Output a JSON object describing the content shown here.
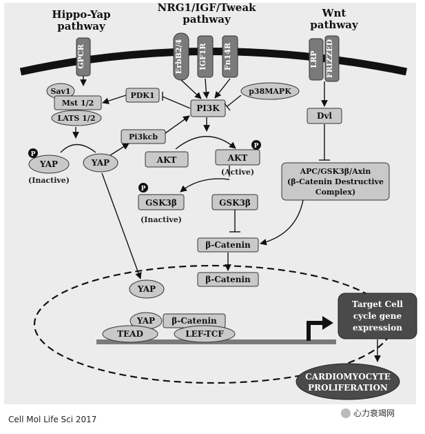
{
  "colors": {
    "background": "#ececec",
    "box_fill": "#c9c9c9",
    "dark_box": "#4a4a4a",
    "membrane": "#111111"
  },
  "titles": {
    "hippo": [
      "Hippo-Yap",
      "pathway"
    ],
    "nrg": [
      "NRG1/IGF/Tweak",
      "pathway"
    ],
    "wnt": [
      "Wnt",
      "pathway"
    ]
  },
  "receptors": {
    "gpcr": "GPCR",
    "erbb": "ErbB2/4",
    "igf1r": "IGF1R",
    "fn14r": "Fn14R",
    "lrp": "LRP",
    "frizzed": "FRIZZED"
  },
  "nodes": {
    "sav1": "Sav1",
    "mst": "Mst 1/2",
    "lats": "LATS 1/2",
    "pdk1": "PDK1",
    "pi3k": "PI3K",
    "p38": "p38MAPK",
    "dvl": "Dvl",
    "pi3kcb": "Pi3kcb",
    "yap_p": "YAP",
    "yap": "YAP",
    "akt": "AKT",
    "akt_active": "AKT",
    "apc": [
      "APC/GSK3β/Axin",
      "(β-Catenin Destructive",
      "Complex)"
    ],
    "gsk_p": "GSK3β",
    "gsk": "GSK3β",
    "bcat1": "β-Catenin",
    "bcat2": "β-Catenin",
    "yap_nuc": "YAP",
    "yap_tead": "YAP",
    "bcat_lef": "β-Catenin",
    "tead": "TEAD",
    "leftcf": "LEF-TCF",
    "target": [
      "Target Cell",
      "cycle gene",
      "expression"
    ],
    "cardio": [
      "CARDIOMYOCYTE",
      "PROLIFERATION"
    ]
  },
  "state_labels": {
    "inactive_yap": "(Inactive)",
    "active_akt": "(Active)",
    "inactive_gsk": "(Inactive)",
    "phospho": "P"
  },
  "citation": "Cell Mol Life Sci  2017",
  "watermark": "心力衰竭网"
}
